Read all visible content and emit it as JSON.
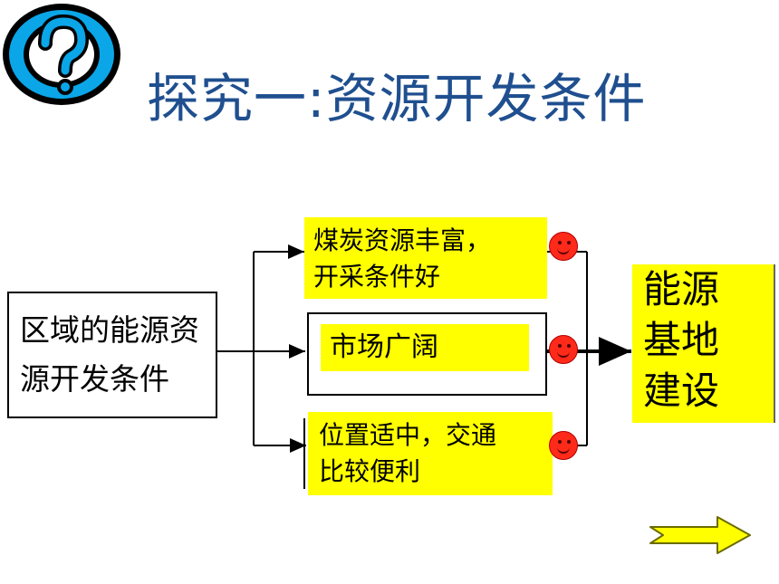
{
  "title": "探究一:资源开发条件",
  "source": {
    "line1": "区域的能源资",
    "line2": "源开发条件"
  },
  "conditions": [
    {
      "line1": "煤炭资源丰富，",
      "line2": "开采条件好"
    },
    {
      "line1": "市场广阔"
    },
    {
      "line1": "位置适中，交通",
      "line2": "比较便利"
    }
  ],
  "target": {
    "line1": "能源",
    "line2": "基地",
    "line3": "建设"
  },
  "colors": {
    "title": "#1f4f8f",
    "highlight": "#ffff00",
    "smiley": "#ff2a1a",
    "icon_ring": "#0aa6e8"
  }
}
